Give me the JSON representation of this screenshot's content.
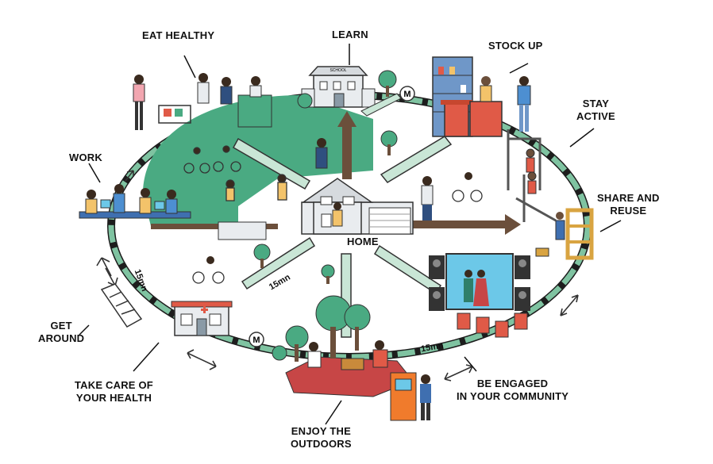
{
  "labels": {
    "learn": "LEARN",
    "eat_healthy": "EAT HEALTHY",
    "stock_up": "STOCK UP",
    "stay_active": [
      "STAY",
      "ACTIVE"
    ],
    "work": "WORK",
    "share_reuse": [
      "SHARE AND",
      "REUSE"
    ],
    "get_around": [
      "GET",
      "AROUND"
    ],
    "take_care": [
      "TAKE CARE OF",
      "YOUR HEALTH"
    ],
    "enjoy_outdoors": [
      "ENJOY THE",
      "OUTDOORS"
    ],
    "be_engaged": [
      "BE ENGAGED",
      "IN YOUR COMMUNITY"
    ],
    "home": "HOME"
  },
  "distances": {
    "left_ring": "15mn",
    "center_path": "15mn",
    "bottom_right": "15mn"
  },
  "signs": {
    "school": "SCHOOL",
    "metro": "M"
  },
  "colors": {
    "park_green": "#4aaa82",
    "ring_dash": "#7fc3a1",
    "arrow_brown": "#6b4f3b",
    "road_green": "#c9e6d6",
    "counter_red": "#e05a47",
    "shelf_blue": "#6f97c8",
    "building_gray": "#e9ecef",
    "kiosk_orange": "#f07b2c",
    "blanket_red": "#c74646"
  }
}
